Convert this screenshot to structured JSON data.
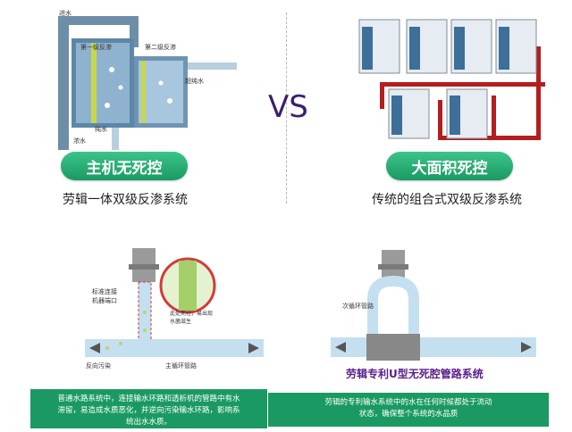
{
  "left_top": {
    "label_inlet": "进水",
    "label_stage1": "第一级反渗",
    "label_stage2": "第二级反渗",
    "label_ultrapure": "超纯水",
    "label_pure": "纯水",
    "label_concentrate": "浓水",
    "pill": "主机无死控",
    "caption": "劳辑一体双级反渗系统"
  },
  "vs_label": "VS",
  "right_top": {
    "pill": "大面积死控",
    "caption": "传统的组合式双级反渗系统"
  },
  "left_bottom": {
    "label_connector": "标准连接\n机器端口",
    "label_bubble": "此处死控，易出现\n水菌滋生",
    "label_backflow": "反向污染",
    "label_main": "主循环管路",
    "note": "普通水路系统中，连接输水环路和透析机的管路中有水\n滞留，易造成水质恶化，并逆向污染输水环路，影响系\n统出水水质。"
  },
  "right_bottom": {
    "label_loop": "次循环管路",
    "title": "劳辑专利U型无死腔管路系统",
    "note": "劳辑的专利输水系统中的水在任何时候都处于流动\n状态，确保整个系统的水品质"
  },
  "colors": {
    "accent_green": "#1a9a62",
    "pipe_red": "#b41e1e",
    "vs_purple": "#3d1d70",
    "pipe_blue": "#a9d4ec"
  }
}
